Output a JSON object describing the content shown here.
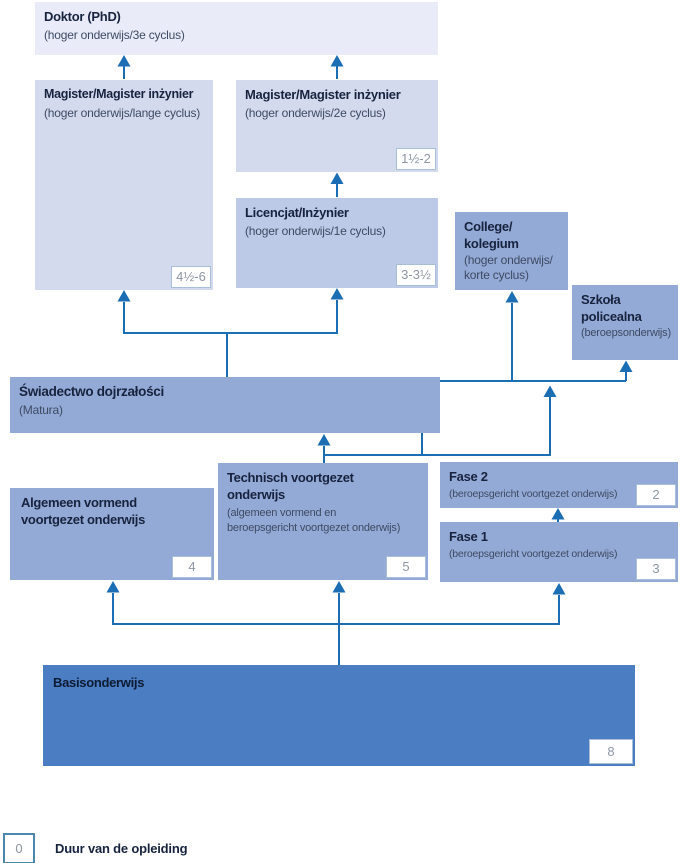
{
  "palette": {
    "level1_bg": "#e9ecf8",
    "level2_bg": "#d4daee",
    "level3_bg": "#bccae7",
    "mid_bg": "#94aad6",
    "dark_bg": "#4b7dc3",
    "arrow": "#1b6db4",
    "title_text": "#17233e",
    "subtitle_text": "#3d4a63",
    "badge_text": "#8e97a4",
    "badge_border": "#a9bfd9",
    "legend_border": "#4c87ae"
  },
  "boxes": {
    "doktor": {
      "title": "Doktor (PhD)",
      "subtitle": "(hoger onderwijs/3e cyclus)"
    },
    "magister_lange": {
      "title": "Magister/Magister inżynier",
      "subtitle": "(hoger onderwijs/lange cyclus)",
      "duration": "4½-6"
    },
    "magister_2e": {
      "title": "Magister/Magister inżynier",
      "subtitle": "(hoger onderwijs/2e cyclus)",
      "duration": "1½-2"
    },
    "licencjat": {
      "title": "Licencjat/Inżynier",
      "subtitle": "(hoger onderwijs/1e cyclus)",
      "duration": "3-3½"
    },
    "college": {
      "title": "College/\nkolegium",
      "subtitle": "(hoger onderwijs/\nkorte cyclus)"
    },
    "szkola": {
      "title": "Szkoła\npolicealna",
      "subtitle": "(beroepsonderwijs)"
    },
    "swiadectwo": {
      "title": "Świadectwo dojrzałości",
      "subtitle": "(Matura)"
    },
    "algemeen": {
      "title": "Algemeen vormend\nvoortgezet onderwijs",
      "duration": "4"
    },
    "technisch": {
      "title": "Technisch voortgezet\nonderwijs",
      "subtitle": "(algemeen vormend en\nberoepsgericht voortgezet onderwijs)",
      "duration": "5"
    },
    "fase2": {
      "title": "Fase 2",
      "subtitle": "(beroepsgericht voortgezet onderwijs)",
      "duration": "2"
    },
    "fase1": {
      "title": "Fase 1",
      "subtitle": "(beroepsgericht voortgezet onderwijs)",
      "duration": "3"
    },
    "basis": {
      "title": "Basisonderwijs",
      "duration": "8"
    }
  },
  "legend": {
    "duration_value": "0",
    "label": "Duur van de opleiding"
  }
}
